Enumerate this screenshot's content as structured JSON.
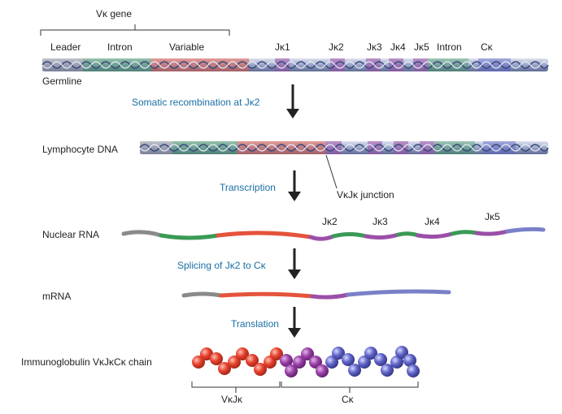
{
  "title": {
    "gene": "Vκ gene"
  },
  "germline": {
    "name": "Germline",
    "segments": {
      "leader": "Leader",
      "intron": "Intron",
      "variable": "Variable",
      "j1": "Jκ1",
      "j2": "Jκ2",
      "j3": "Jκ3",
      "j4": "Jκ4",
      "j5": "Jκ5",
      "intron2": "Intron",
      "c": "Cκ"
    }
  },
  "steps": {
    "recombination": "Somatic recombination at Jκ2",
    "transcription": "Transcription",
    "splicing": "Splicing of Jκ2 to Cκ",
    "translation": "Translation"
  },
  "lymphocyte": {
    "name": "Lymphocyte DNA",
    "junction": "VκJκ junction"
  },
  "nuclear_rna": {
    "name": "Nuclear RNA",
    "j2": "Jκ2",
    "j3": "Jκ3",
    "j4": "Jκ4",
    "j5": "Jκ5"
  },
  "mrna": {
    "name": "mRNA"
  },
  "protein": {
    "name": "Immunoglobulin VκJκCκ chain",
    "vj": "VκJκ",
    "c": "Cκ"
  },
  "colors": {
    "step_text": "#1a6fa3",
    "leader_exon": "#8a8a8a",
    "intron": "#3a9a55",
    "variable": "#e5533c",
    "j_segment": "#9b4fa8",
    "constant": "#7a80c8",
    "dna_backbone": "#7f8fc0",
    "arrow": "#222222"
  }
}
